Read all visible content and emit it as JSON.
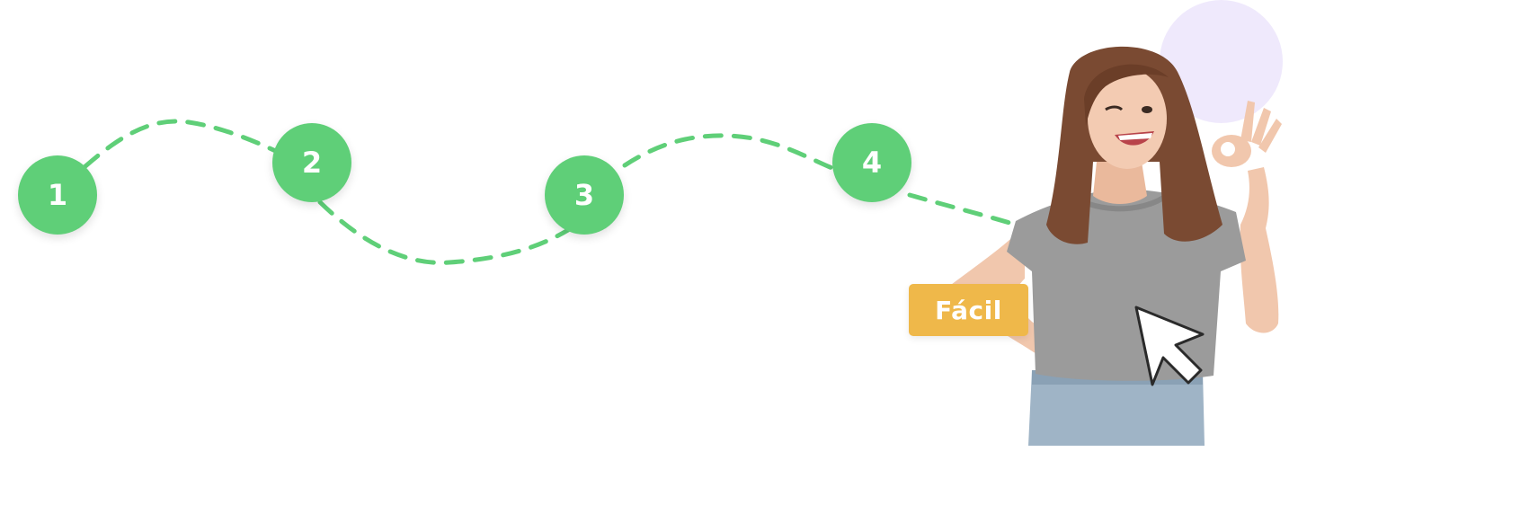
{
  "steps": [
    {
      "number": "1"
    },
    {
      "number": "2"
    },
    {
      "number": "3"
    },
    {
      "number": "4"
    }
  ],
  "badge": {
    "label": "Fácil"
  },
  "colors": {
    "step_green": "#5fcf78",
    "badge_yellow": "#efb84a",
    "accent_lilac": "#efe9fc",
    "text_white": "#ffffff"
  },
  "icons": {
    "cursor": "mouse-pointer-icon",
    "path": "dashed-path"
  },
  "photo": {
    "subject": "woman-winking-ok-gesture"
  }
}
